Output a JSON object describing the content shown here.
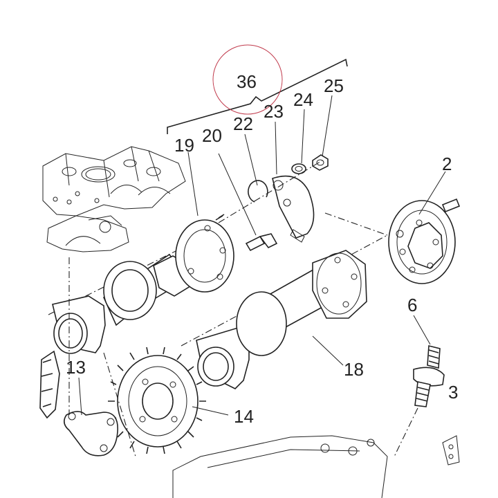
{
  "diagram": {
    "callouts": {
      "p36": "36",
      "p25": "25",
      "p24": "24",
      "p23": "23",
      "p22": "22",
      "p20": "20",
      "p19": "19",
      "p2": "2",
      "p6": "6",
      "p3": "3",
      "p18": "18",
      "p13": "13",
      "p14": "14"
    },
    "highlight_color": "#c0394b",
    "line_color": "#222222"
  }
}
